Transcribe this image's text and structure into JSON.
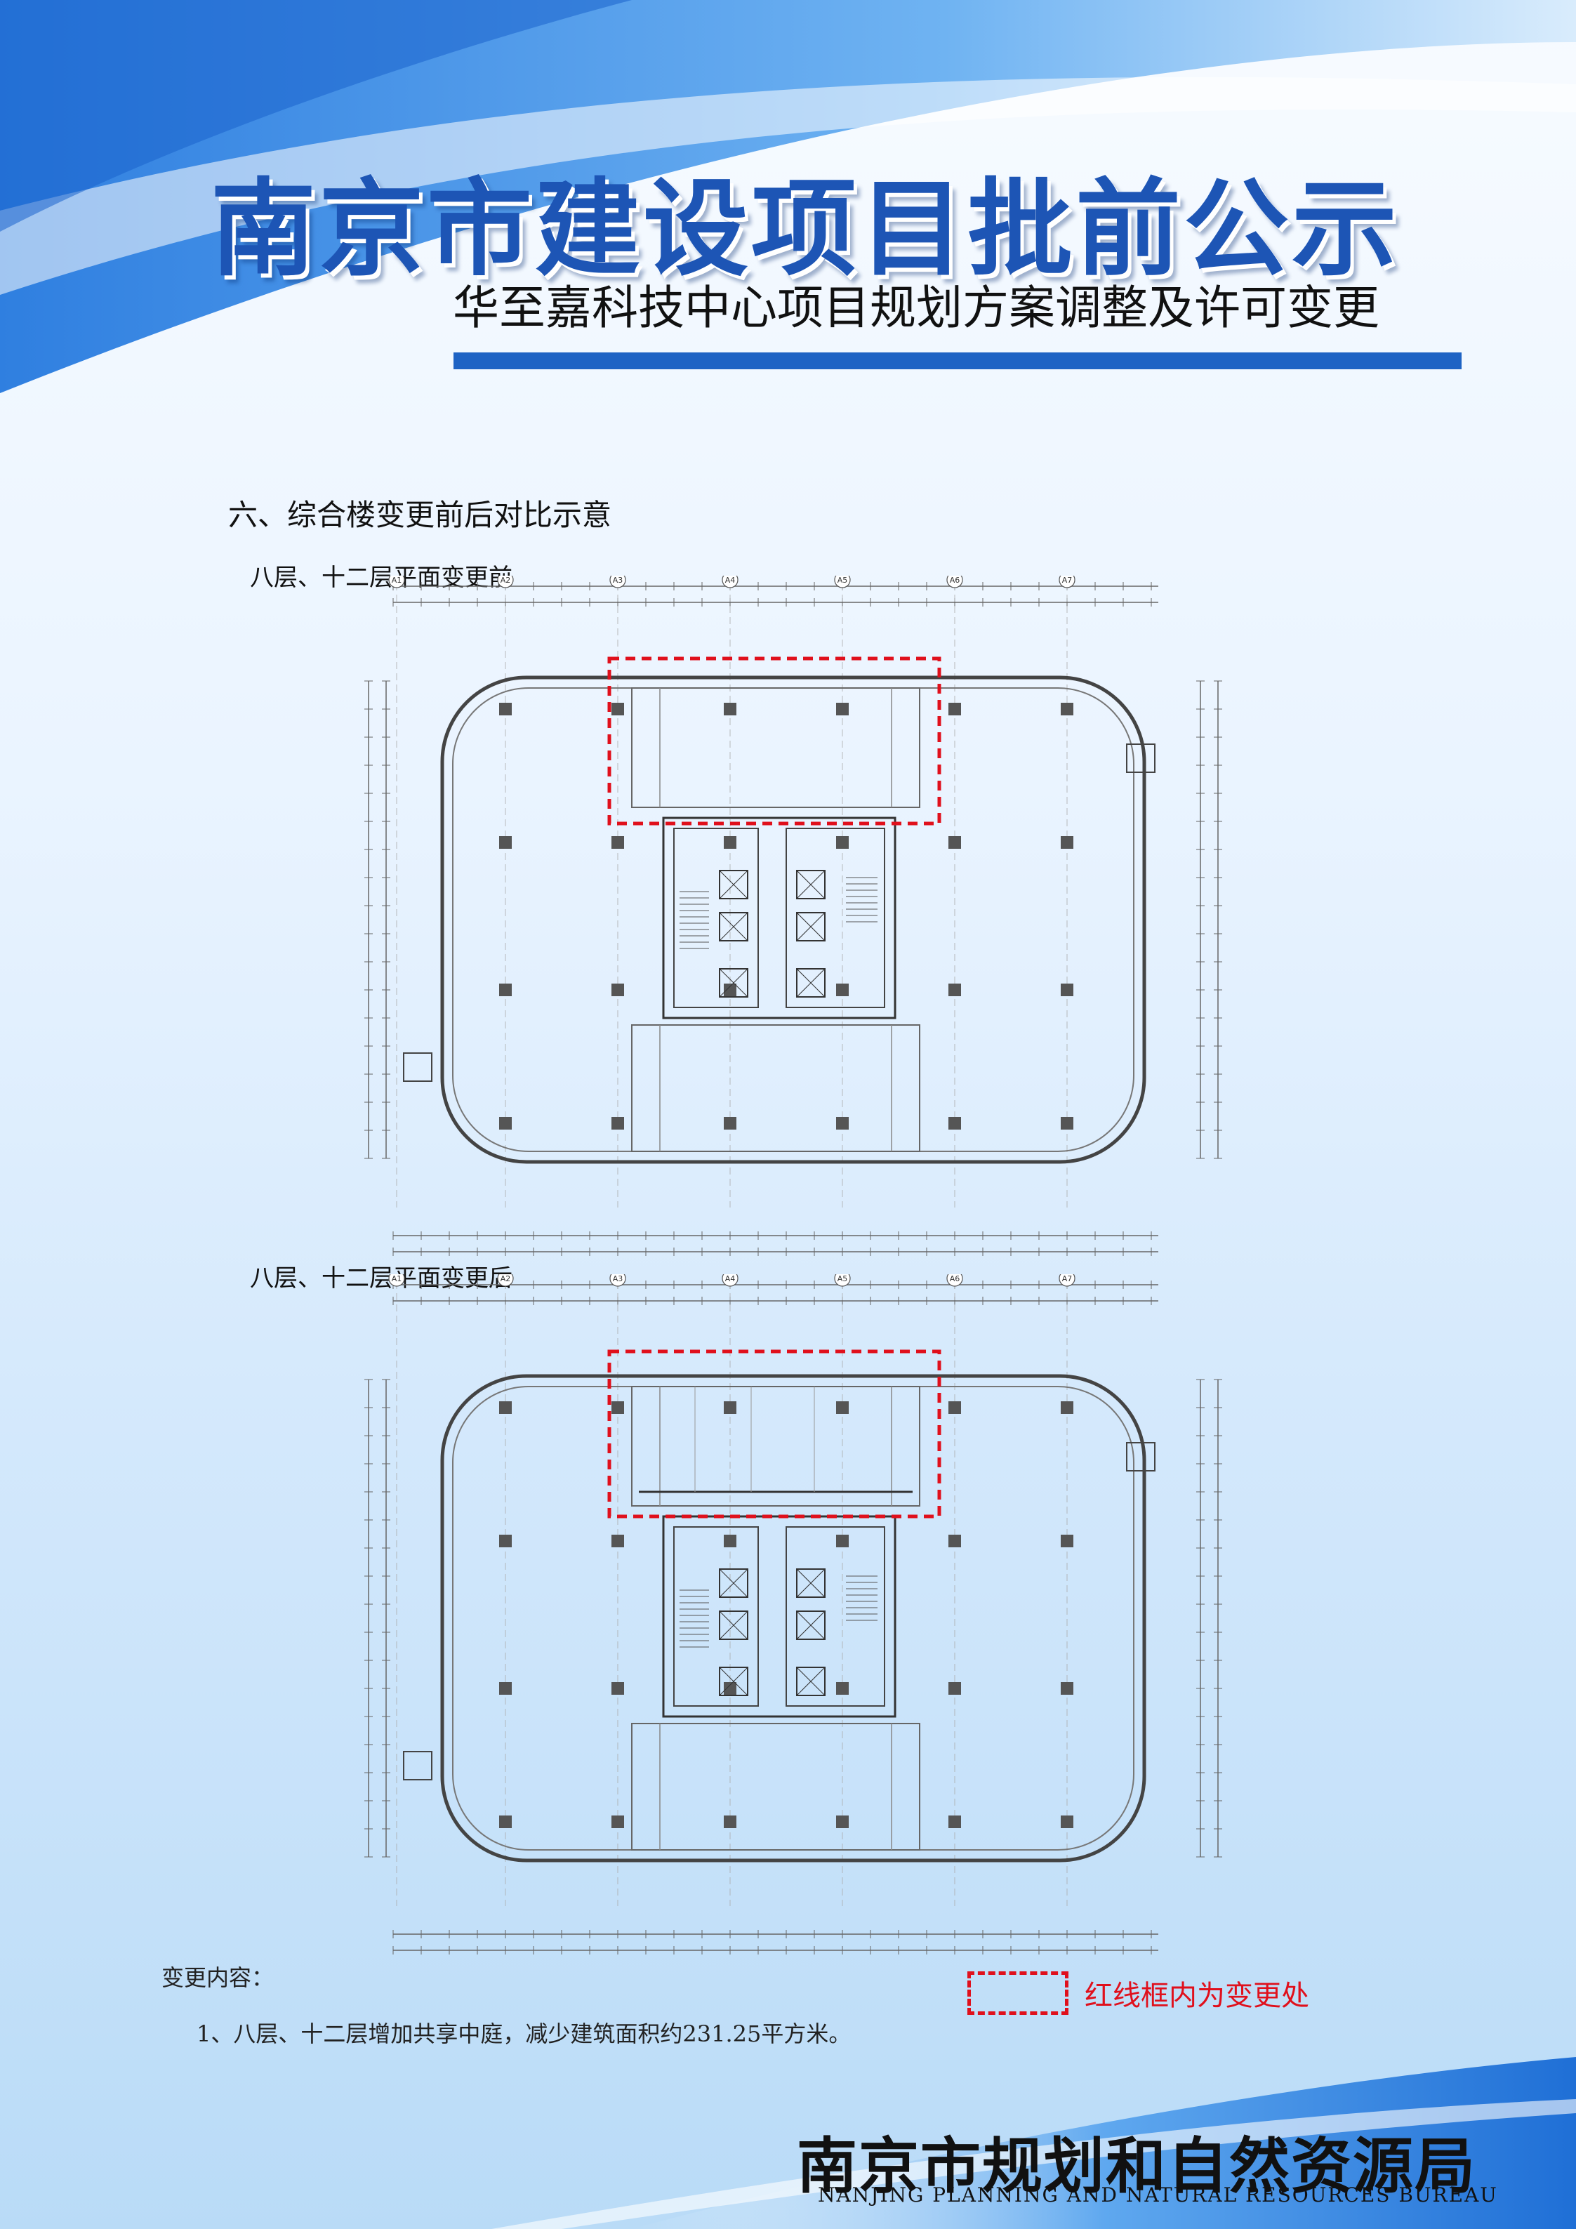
{
  "header": {
    "title": "南京市建设项目批前公示",
    "subtitle": "华至嘉科技中心项目规划方案调整及许可变更"
  },
  "section": {
    "heading": "六、综合楼变更前后对比示意"
  },
  "plans": [
    {
      "label": "八层、十二层平面变更前",
      "grid_top": [
        "A1",
        "A2",
        "A3",
        "A4",
        "A5",
        "A6",
        "A7"
      ]
    },
    {
      "label": "八层、十二层平面变更后",
      "grid_top": [
        "A1",
        "A2",
        "A3",
        "A4",
        "A5",
        "A6",
        "A7"
      ]
    }
  ],
  "changes": {
    "title": "变更内容：",
    "items": [
      "1、八层、十二层增加共享中庭，减少建筑面积约231.25平方米。"
    ]
  },
  "legend": {
    "label": "红线框内为变更处"
  },
  "footer": {
    "agency_cn": "南京市规划和自然资源局",
    "agency_en": "NANJING PLANNING AND NATURAL RESOURCES BUREAU"
  },
  "colors": {
    "title_blue": "#1d55b5",
    "bar_blue": "#1e63c4",
    "highlight_red": "#e0101c"
  }
}
